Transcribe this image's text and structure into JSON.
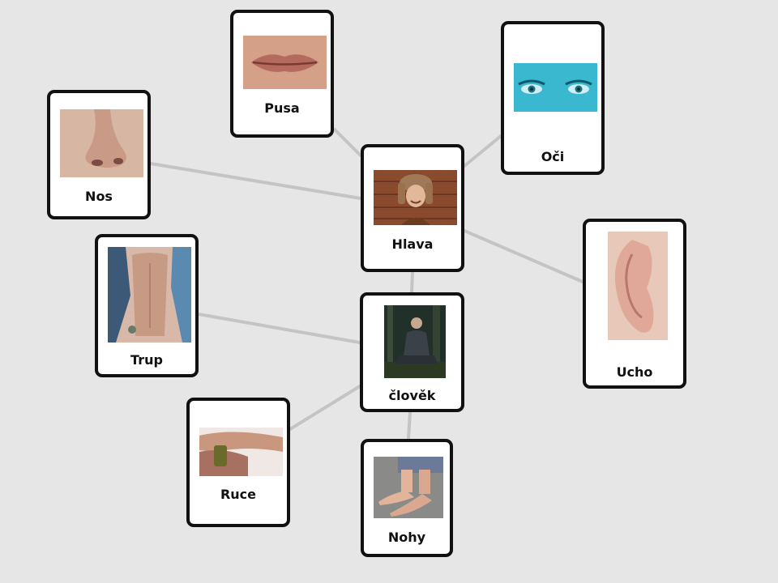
{
  "diagram": {
    "colors": {
      "background": "#e6e6e6",
      "edge": "#c4c4c4",
      "card_border": "#111111"
    },
    "nodes": [
      {
        "id": "clovek",
        "label": "člověk",
        "image": "person-sitting-in-forest"
      },
      {
        "id": "hlava",
        "label": "Hlava",
        "image": "smiling-man-fur-hat"
      },
      {
        "id": "pusa",
        "label": "Pusa",
        "image": "lips"
      },
      {
        "id": "oci",
        "label": "Oči",
        "image": "blue-eyes"
      },
      {
        "id": "nos",
        "label": "Nos",
        "image": "nose"
      },
      {
        "id": "ucho",
        "label": "Ucho",
        "image": "ear"
      },
      {
        "id": "trup",
        "label": "Trup",
        "image": "torso"
      },
      {
        "id": "ruce",
        "label": "Ruce",
        "image": "hands"
      },
      {
        "id": "nohy",
        "label": "Nohy",
        "image": "bare-feet"
      }
    ],
    "edges": [
      {
        "from": "hlava",
        "to": "pusa"
      },
      {
        "from": "hlava",
        "to": "oci"
      },
      {
        "from": "hlava",
        "to": "nos"
      },
      {
        "from": "hlava",
        "to": "ucho"
      },
      {
        "from": "hlava",
        "to": "clovek"
      },
      {
        "from": "clovek",
        "to": "trup"
      },
      {
        "from": "clovek",
        "to": "ruce"
      },
      {
        "from": "clovek",
        "to": "nohy"
      }
    ]
  }
}
